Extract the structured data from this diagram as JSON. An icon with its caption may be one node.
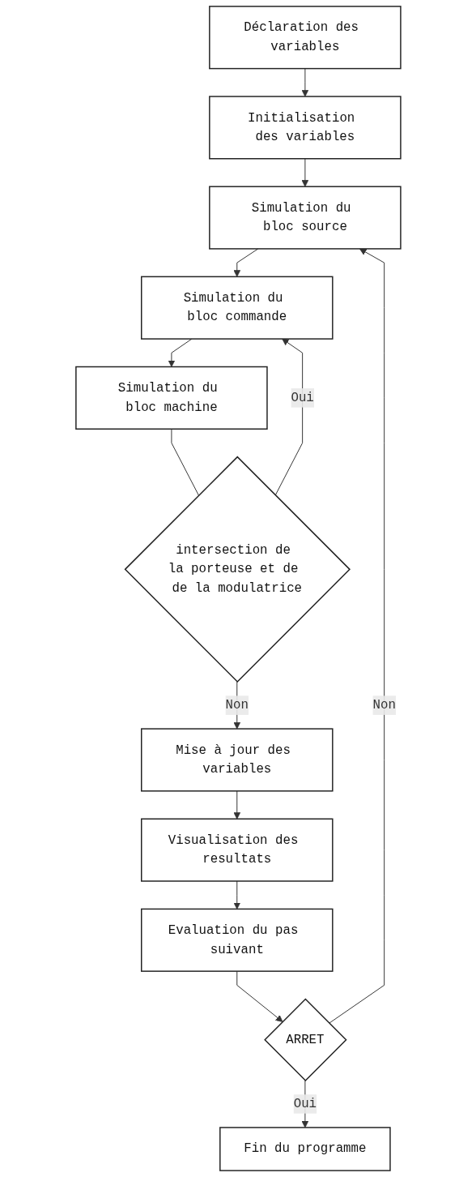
{
  "diagram": {
    "nodes": [
      {
        "text": [
          "Déclaration des variables"
        ]
      },
      {
        "text": [
          "Initialisation des variables"
        ]
      },
      {
        "text": [
          "Simulation du bloc source"
        ]
      },
      {
        "text": [
          "Simulation du bloc commande"
        ]
      },
      {
        "text": [
          "Simulation du bloc machine"
        ]
      },
      {
        "text": [
          "intersection de la porteuse et de de la modulatrice"
        ]
      },
      {
        "text": [
          "Mise à jour des variables"
        ]
      },
      {
        "text": [
          "Visualisation des resultats"
        ]
      },
      {
        "text": [
          "Evaluation du pas suivant"
        ]
      },
      {
        "text": [
          "ARRET"
        ]
      },
      {
        "text": [
          "Fin du programme"
        ]
      }
    ],
    "edges": [
      {
        "from": 0,
        "to": 1,
        "arrow": "to"
      },
      {
        "from": 1,
        "to": 2,
        "arrow": "to"
      },
      {
        "from": 2,
        "to": 3,
        "arrow": "to"
      },
      {
        "from": 3,
        "to": 4,
        "arrow": "to"
      },
      {
        "from": 4,
        "to": 5,
        "arrow": "none"
      },
      {
        "from": 5,
        "to": 3,
        "arrow": "to",
        "label": "Oui"
      },
      {
        "from": 5,
        "to": 6,
        "arrow": "to",
        "label": "Non"
      },
      {
        "from": 6,
        "to": 7,
        "arrow": "to"
      },
      {
        "from": 7,
        "to": 8,
        "arrow": "to"
      },
      {
        "from": 8,
        "to": 9,
        "arrow": "to"
      },
      {
        "from": 9,
        "to": 2,
        "arrow": "to",
        "label": "Non"
      },
      {
        "from": 9,
        "to": 10,
        "arrow": "to",
        "label": "Oui"
      }
    ]
  }
}
